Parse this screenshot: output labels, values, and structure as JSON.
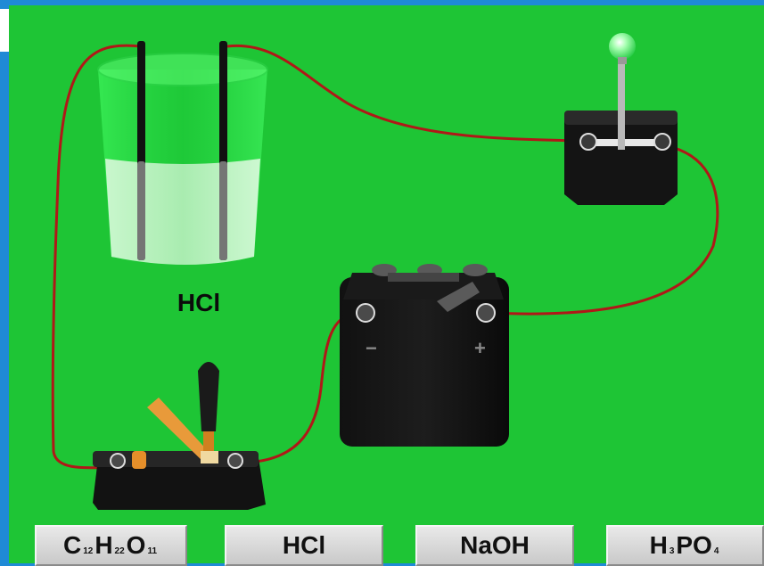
{
  "beaker": {
    "label": "HCl"
  },
  "buttons": [
    {
      "parts": [
        {
          "t": "C",
          "s": "12"
        },
        {
          "t": "H",
          "s": "22"
        },
        {
          "t": "O",
          "s": "11"
        }
      ]
    },
    {
      "label": "HCl"
    },
    {
      "label": "NaOH"
    },
    {
      "parts": [
        {
          "t": "H",
          "s": "3"
        },
        {
          "t": "PO",
          "s": "4"
        }
      ]
    }
  ],
  "colors": {
    "background": "#1ec535",
    "wire": "#b01818",
    "bulb": "#7dff8a",
    "frame": "#1f8ad6"
  },
  "icons": {
    "battery_minus": "−",
    "battery_plus": "+"
  }
}
